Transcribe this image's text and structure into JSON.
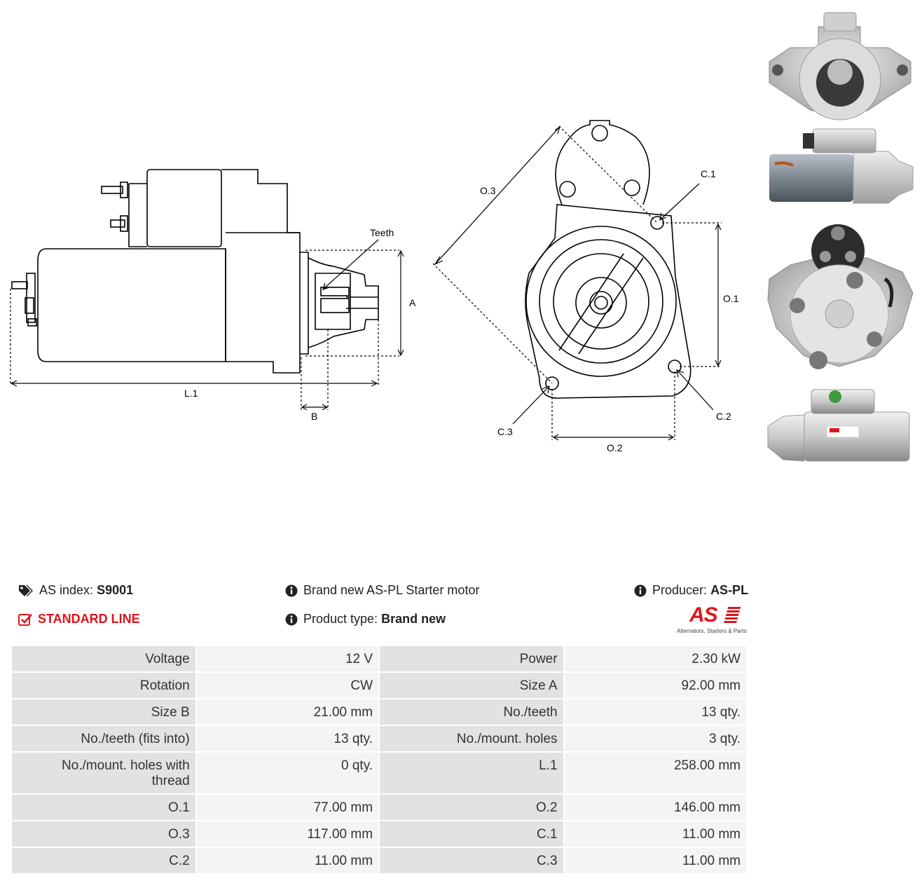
{
  "diagram": {
    "labels": {
      "teeth": "Teeth",
      "a": "A",
      "l1": "L.1",
      "b": "B",
      "o3": "O.3",
      "c1": "C.1",
      "o1": "O.1",
      "c2": "C.2",
      "c3": "C.3",
      "o2": "O.2"
    }
  },
  "info": {
    "as_index_label": "AS index:",
    "as_index_value": "S9001",
    "standard_line": "STANDARD LINE",
    "description": "Brand new AS-PL Starter motor",
    "product_type_label": "Product type:",
    "product_type_value": "Brand new",
    "producer_label": "Producer:",
    "producer_value": "AS-PL",
    "logo_text": "AS",
    "logo_tagline": "Alternators, Starters & Parts",
    "icons": [
      "tags-icon",
      "check-square-icon",
      "info-circle-icon"
    ]
  },
  "specs": [
    {
      "k1": "Voltage",
      "v1": "12 V",
      "k2": "Power",
      "v2": "2.30 kW"
    },
    {
      "k1": "Rotation",
      "v1": "CW",
      "k2": "Size A",
      "v2": "92.00 mm"
    },
    {
      "k1": "Size B",
      "v1": "21.00 mm",
      "k2": "No./teeth",
      "v2": "13 qty."
    },
    {
      "k1": "No./teeth (fits into)",
      "v1": "13 qty.",
      "k2": "No./mount. holes",
      "v2": "3 qty."
    },
    {
      "k1": "No./mount. holes with thread",
      "v1": "0 qty.",
      "k2": "L.1",
      "v2": "258.00 mm"
    },
    {
      "k1": "O.1",
      "v1": "77.00 mm",
      "k2": "O.2",
      "v2": "146.00 mm"
    },
    {
      "k1": "O.3",
      "v1": "117.00 mm",
      "k2": "C.1",
      "v2": "11.00 mm"
    },
    {
      "k1": "C.2",
      "v1": "11.00 mm",
      "k2": "C.3",
      "v2": "11.00 mm"
    }
  ],
  "colors": {
    "accent": "#e0141b",
    "key_bg": "#e2e2e2",
    "value_bg": "#f4f4f4"
  }
}
